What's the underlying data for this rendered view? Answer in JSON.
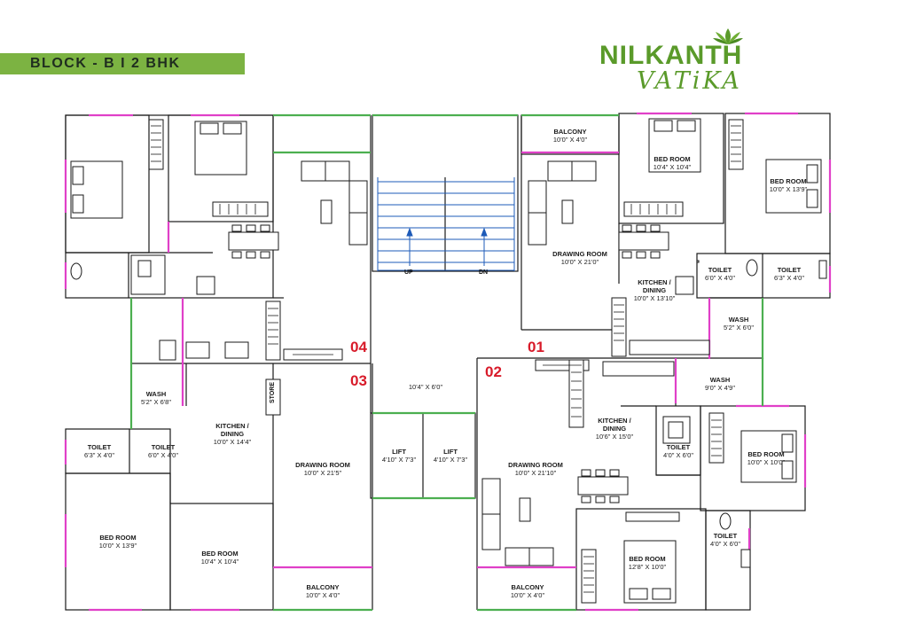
{
  "header": {
    "block_title": "BLOCK - B  I  2 BHK"
  },
  "logo": {
    "name": "NILKANTH",
    "sub": "VATiKA",
    "color": "#5a9a2a"
  },
  "colors": {
    "wall": "#1a1a1a",
    "window": "#e040c8",
    "balcony_rail": "#4caf50",
    "stair": "#1e5bb8",
    "unit_number": "#d81b2a",
    "banner": "#7cb342"
  },
  "units": {
    "u01": "01",
    "u02": "02",
    "u03": "03",
    "u04": "04"
  },
  "stairs": {
    "up": "UP",
    "dn": "DN"
  },
  "store": "STORE",
  "rooms": {
    "balcony_top": {
      "name": "BALCONY",
      "dim": "10'0\" X 4'0\""
    },
    "bed_tr1": {
      "name": "BED ROOM",
      "dim": "10'4\" X 10'4\""
    },
    "bed_tr2": {
      "name": "BED ROOM",
      "dim": "10'0\" X 13'9\""
    },
    "drawing_tr": {
      "name": "DRAWING ROOM",
      "dim": "10'0\" X 21'0\""
    },
    "toilet_tr1": {
      "name": "TOILET",
      "dim": "6'0\" X 4'0\""
    },
    "toilet_tr2": {
      "name": "TOILET",
      "dim": "6'3\" X 4'0\""
    },
    "kitchen_tr": {
      "name": "KITCHEN / DINING",
      "dim": "10'0\" X 13'10\""
    },
    "wash_tr": {
      "name": "WASH",
      "dim": "5'2\" X 6'0\""
    },
    "wash_ml": {
      "name": "WASH",
      "dim": "5'2\" X 6'8\""
    },
    "kitchen_ml": {
      "name": "KITCHEN / DINING",
      "dim": "10'0\" X 14'4\""
    },
    "toilet_bl1": {
      "name": "TOILET",
      "dim": "6'3\" X 4'0\""
    },
    "toilet_bl2": {
      "name": "TOILET",
      "dim": "6'0\" X 4'0\""
    },
    "drawing_bl": {
      "name": "DRAWING ROOM",
      "dim": "10'0\" X 21'5\""
    },
    "bed_bl1": {
      "name": "BED ROOM",
      "dim": "10'0\" X 13'9\""
    },
    "bed_bl2": {
      "name": "BED ROOM",
      "dim": "10'4\" X 10'4\""
    },
    "balcony_bl": {
      "name": "BALCONY",
      "dim": "10'0\" X 4'0\""
    },
    "lobby": {
      "name": "",
      "dim": "10'4\" X 6'0\""
    },
    "lift1": {
      "name": "LIFT",
      "dim": "4'10\" X 7'3\""
    },
    "lift2": {
      "name": "LIFT",
      "dim": "4'10\" X 7'3\""
    },
    "drawing_br": {
      "name": "DRAWING ROOM",
      "dim": "10'0\" X 21'10\""
    },
    "wash_mr": {
      "name": "WASH",
      "dim": "9'0\" X 4'9\""
    },
    "kitchen_br": {
      "name": "KITCHEN / DINING",
      "dim": "10'6\" X 15'0\""
    },
    "toilet_br1": {
      "name": "TOILET",
      "dim": "4'0\" X 6'0\""
    },
    "bed_br1": {
      "name": "BED ROOM",
      "dim": "10'0\" X 10'0\""
    },
    "toilet_br2": {
      "name": "TOILET",
      "dim": "4'0\" X 6'0\""
    },
    "bed_br2": {
      "name": "BED ROOM",
      "dim": "12'8\" X 10'0\""
    },
    "balcony_br": {
      "name": "BALCONY",
      "dim": "10'0\" X 4'0\""
    }
  }
}
